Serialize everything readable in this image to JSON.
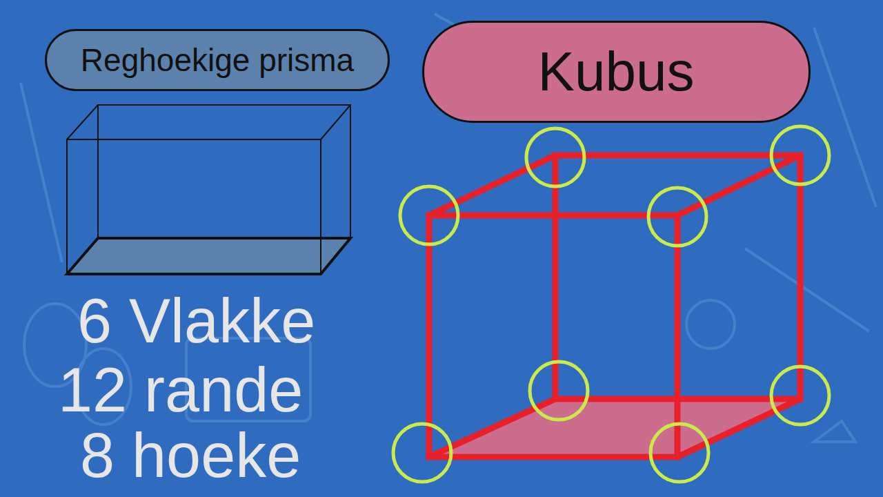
{
  "diagram": {
    "nodes": [
      {
        "text": [
          "Reghoekige prisma"
        ]
      },
      {
        "text": [
          "Kubus"
        ]
      }
    ],
    "labels": [
      "6 Vlakke",
      "12 rande",
      "8 hoeke"
    ]
  }
}
